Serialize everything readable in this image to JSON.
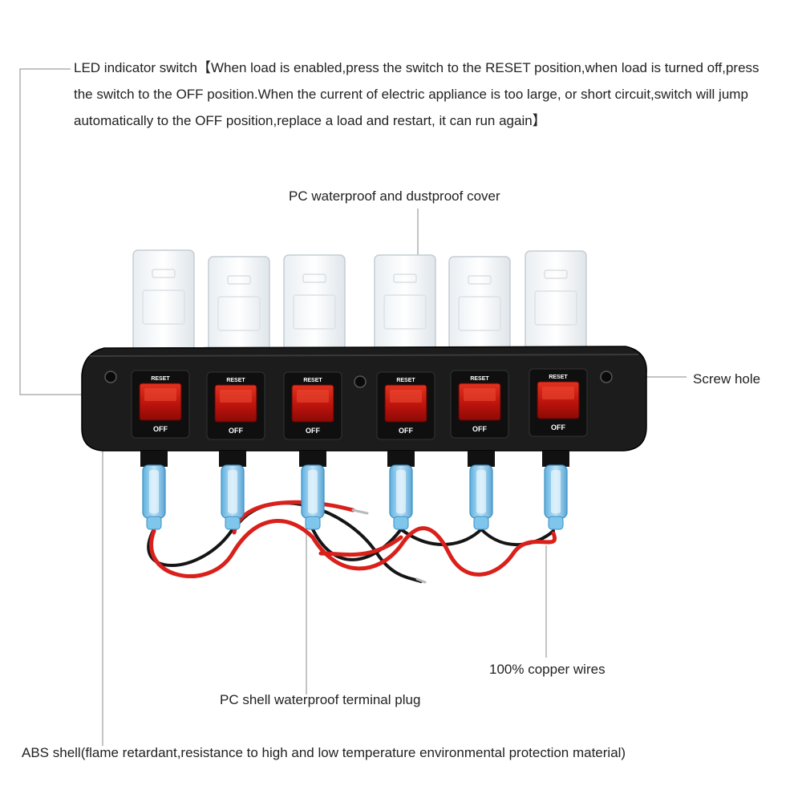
{
  "annotations": {
    "led_indicator": "LED indicator switch【When load is enabled,press the switch to the RESET position,when load is turned off,press the switch to the OFF position.When the current of electric appliance is too large, or short circuit,switch will jump automatically to the OFF position,replace a load and restart, it can run again】",
    "cover": "PC waterproof and dustproof cover",
    "screw_hole": "Screw hole",
    "copper_wires": "100% copper wires",
    "terminal_plug": "PC shell waterproof terminal plug",
    "abs_shell": "ABS shell(flame retardant,resistance to high and low temperature environmental protection material)"
  },
  "switch_labels": {
    "top": "RESET",
    "bottom": "OFF"
  },
  "colors": {
    "panel": "#1c1c1c",
    "rocker": "#c8150f",
    "wire_red": "#d9201b",
    "wire_black": "#151515",
    "terminal": "#7fc6ec",
    "leader_line": "#888888"
  }
}
